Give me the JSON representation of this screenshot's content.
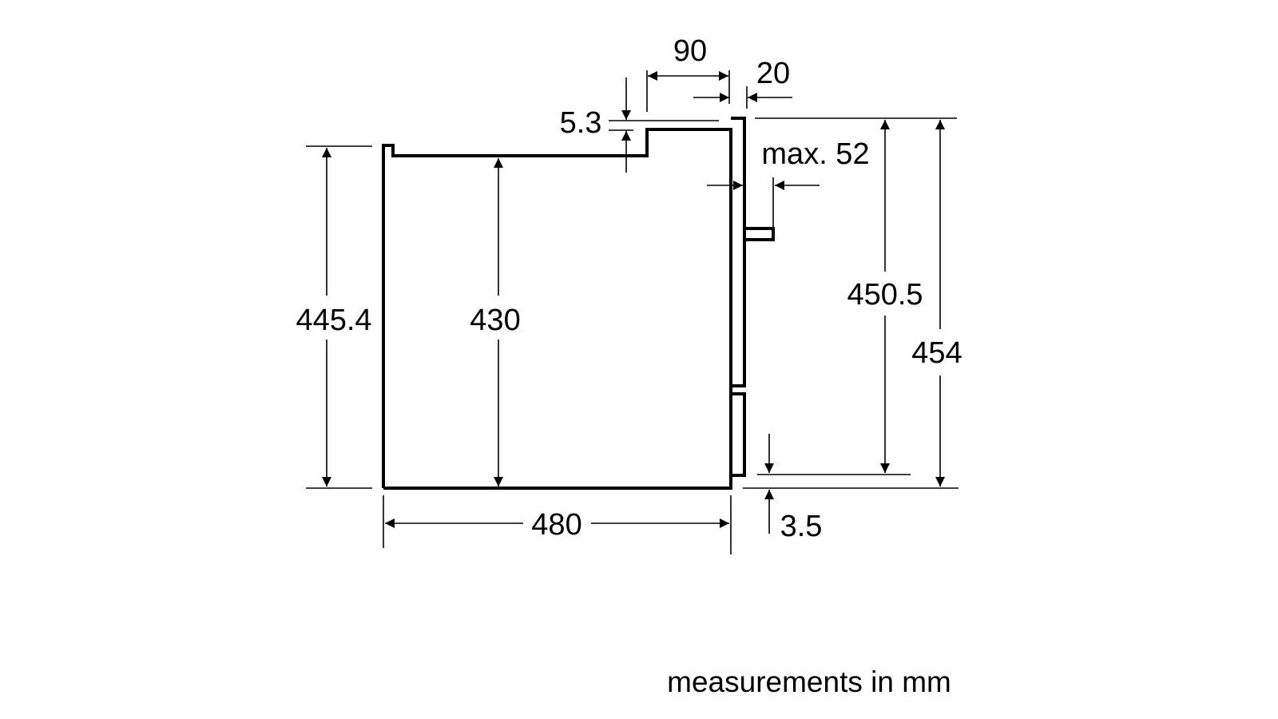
{
  "diagram": {
    "caption": "measurements in mm",
    "dimensions": {
      "overall_height_left": "445.4",
      "inner_height": "430",
      "depth": "480",
      "step_depth": "90",
      "front_thickness": "20",
      "step_height": "5.3",
      "handle_projection": "max. 52",
      "front_height": "450.5",
      "total_height": "454",
      "bottom_gap": "3.5"
    }
  }
}
